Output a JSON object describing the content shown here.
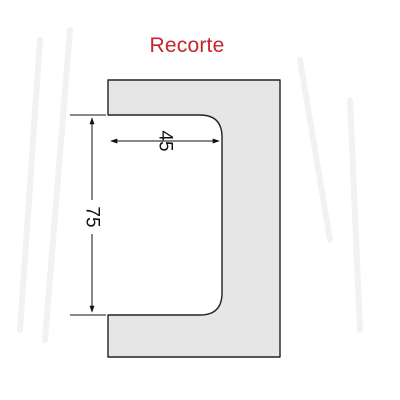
{
  "title": "Recorte",
  "dimensions": {
    "depth": "45",
    "height": "75"
  },
  "colors": {
    "title": "#c8242b",
    "profile_fill": "#e6e6e6",
    "profile_stroke": "#222222",
    "dimension_line": "#111111",
    "background": "#ffffff"
  }
}
